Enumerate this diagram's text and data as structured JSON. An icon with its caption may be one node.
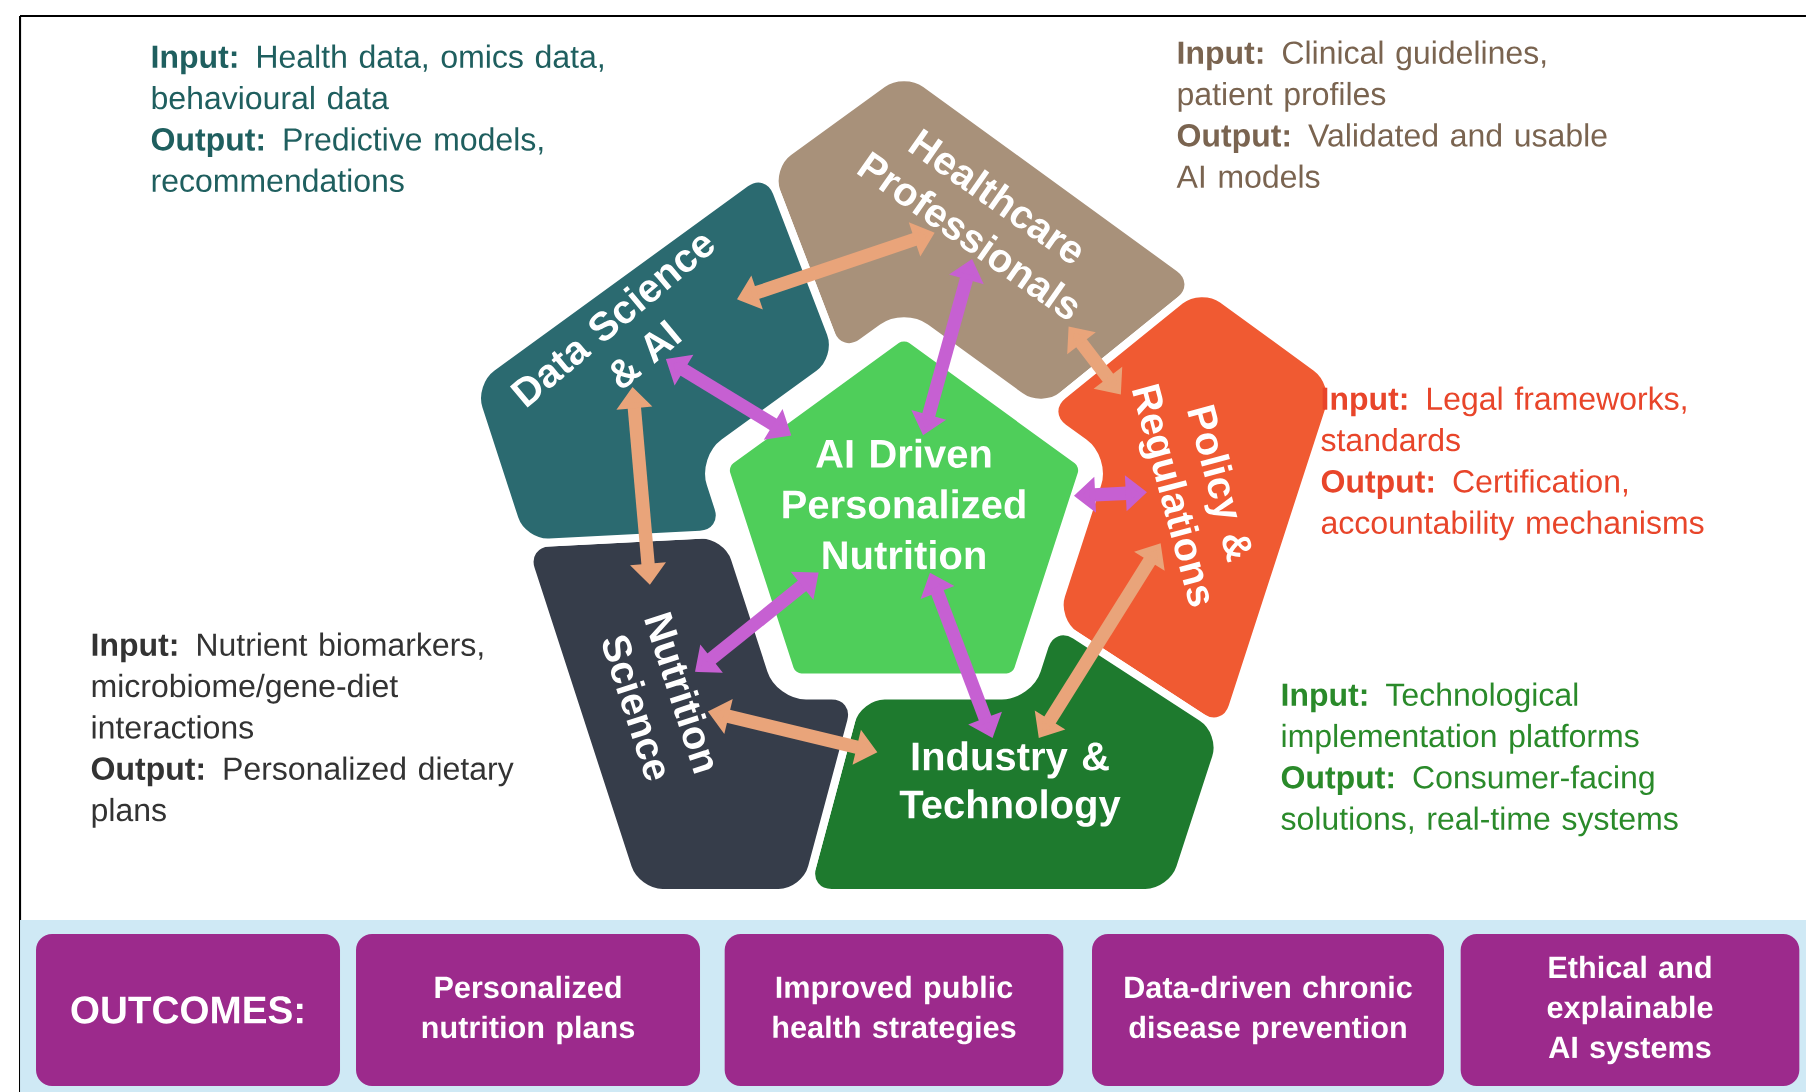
{
  "diagram": {
    "nodes": [
      {
        "text": [
          "AI Driven Personalized Nutrition"
        ]
      },
      {
        "text": [
          "Healthcare Professionals"
        ],
        "beside": [
          "**Input:** Clinical guidelines, patient profiles",
          "**Output:** Validated and usable AI models"
        ]
      },
      {
        "text": [
          "Policy & Regulations"
        ],
        "beside": [
          "**Input:** Legal frameworks, standards",
          "**Output:** Certification, accountability mechanisms"
        ]
      },
      {
        "text": [
          "Industry & Technology"
        ],
        "beside": [
          "**Input:** Technological implementation platforms",
          "**Output:** Consumer-facing solutions, real-time systems"
        ]
      },
      {
        "text": [
          "Nutrition Science"
        ],
        "beside": [
          "**Input:** Nutrient biomarkers, microbiome/gene-diet interactions",
          "**Output:** Personalized dietary plans"
        ]
      },
      {
        "text": [
          "Data Science & AI"
        ],
        "beside": [
          "**Input:** Health data, omics data, behavioural data",
          "**Output:** Predictive models, recommendations"
        ]
      },
      {
        "text": [
          "OUTCOMES:"
        ]
      },
      {
        "text": [
          "Personalized nutrition plans"
        ]
      },
      {
        "text": [
          "Improved public health strategies"
        ]
      },
      {
        "text": [
          "Data-driven chronic disease prevention"
        ]
      },
      {
        "text": [
          "Ethical and explainable AI systems"
        ]
      }
    ],
    "edges": [
      {
        "from": 0,
        "to": 5,
        "arrow": "both",
        "color": "#c660d2"
      },
      {
        "from": 0,
        "to": 1,
        "arrow": "both",
        "color": "#c660d2"
      },
      {
        "from": 0,
        "to": 2,
        "arrow": "both",
        "color": "#c660d2"
      },
      {
        "from": 0,
        "to": 3,
        "arrow": "both",
        "color": "#c660d2"
      },
      {
        "from": 0,
        "to": 4,
        "arrow": "both",
        "color": "#c660d2"
      },
      {
        "from": 5,
        "to": 1,
        "arrow": "both"
      },
      {
        "from": 1,
        "to": 2,
        "arrow": "both"
      },
      {
        "from": 2,
        "to": 3,
        "arrow": "both"
      },
      {
        "from": 3,
        "to": 4,
        "arrow": "both"
      },
      {
        "from": 4,
        "to": 5,
        "arrow": "both"
      }
    ]
  }
}
